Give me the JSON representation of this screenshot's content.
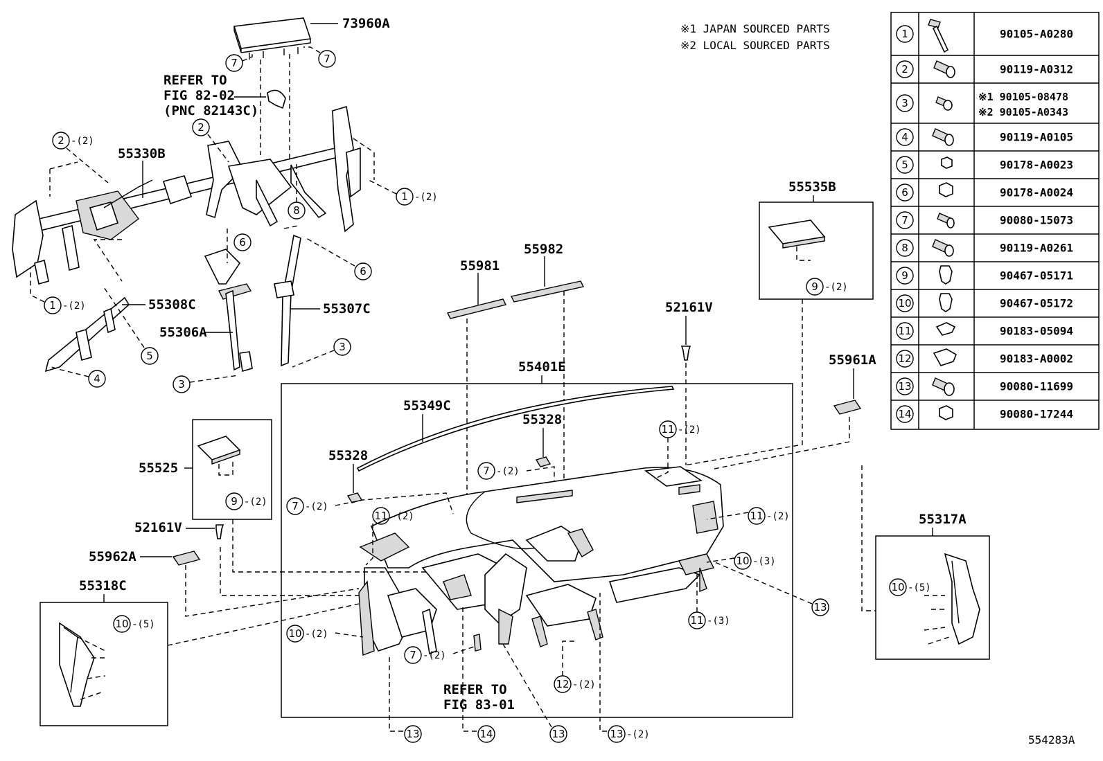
{
  "notes": {
    "note1": "※1 JAPAN SOURCED PARTS",
    "note2": "※2 LOCAL SOURCED PARTS"
  },
  "fastener_table": [
    {
      "num": "1",
      "part": "90105-A0280"
    },
    {
      "num": "2",
      "part": "90119-A0312"
    },
    {
      "num": "3",
      "part_line1": "※1 90105-08478",
      "part_line2": "※2 90105-A0343"
    },
    {
      "num": "4",
      "part": "90119-A0105"
    },
    {
      "num": "5",
      "part": "90178-A0023"
    },
    {
      "num": "6",
      "part": "90178-A0024"
    },
    {
      "num": "7",
      "part": "90080-15073"
    },
    {
      "num": "8",
      "part": "90119-A0261"
    },
    {
      "num": "9",
      "part": "90467-05171"
    },
    {
      "num": "10",
      "part": "90467-05172"
    },
    {
      "num": "11",
      "part": "90183-05094"
    },
    {
      "num": "12",
      "part": "90183-A0002"
    },
    {
      "num": "13",
      "part": "90080-11699"
    },
    {
      "num": "14",
      "part": "90080-17244"
    }
  ],
  "part_labels": {
    "p73960A": "73960A",
    "p55330B": "55330B",
    "p55308C": "55308C",
    "p55306A": "55306A",
    "p55307C": "55307C",
    "p55981": "55981",
    "p55982": "55982",
    "p55535B": "55535B",
    "p52161V_a": "52161V",
    "p52161V_b": "52161V",
    "p55961A": "55961A",
    "p55401E": "55401E",
    "p55349C": "55349C",
    "p55328_a": "55328",
    "p55328_b": "55328",
    "p55525": "55525",
    "p55962A": "55962A",
    "p55318C": "55318C",
    "p55317A": "55317A"
  },
  "refer_82": {
    "line1": "REFER TO",
    "line2": "FIG 82-02",
    "line3": "(PNC 82143C)"
  },
  "refer_83": {
    "line1": "REFER TO",
    "line2": "FIG 83-01"
  },
  "callouts": {
    "c7a": "7",
    "c7b": "7",
    "c2a": "2",
    "q2a": "-(2)",
    "c2b": "2",
    "c8": "8",
    "c1a": "1",
    "q1a": "-(2)",
    "c1b": "1",
    "q1b": "-(2)",
    "c6a": "6",
    "c6b": "6",
    "c5": "5",
    "c4": "4",
    "c3a": "3",
    "c3b": "3",
    "c9a": "9",
    "q9a": "-(2)",
    "c9b": "9",
    "q9b": "-(2)",
    "c11a": "11",
    "q11a": "-(2)",
    "c7c": "7",
    "q7c": "-(2)",
    "c7d": "7",
    "q7d": "-(2)",
    "c11b": "11",
    "q11b": "-(2)",
    "c11c": "11",
    "q11c": "-(2)",
    "c10a": "10",
    "q10a": "-(3)",
    "c13a": "13",
    "c11d": "11",
    "q11d": "-(3)",
    "c10b": "10",
    "q10b": "-(5)",
    "c10c": "10",
    "q10c": "-(5)",
    "c10d": "10",
    "q10d": "-(2)",
    "c7e": "7",
    "q7e": "-(2)",
    "c12": "12",
    "q12": "-(2)",
    "c13b": "13",
    "c14": "14",
    "c13c": "13",
    "c13d": "13",
    "q13d": "-(2)"
  },
  "figure_id": "554283A"
}
